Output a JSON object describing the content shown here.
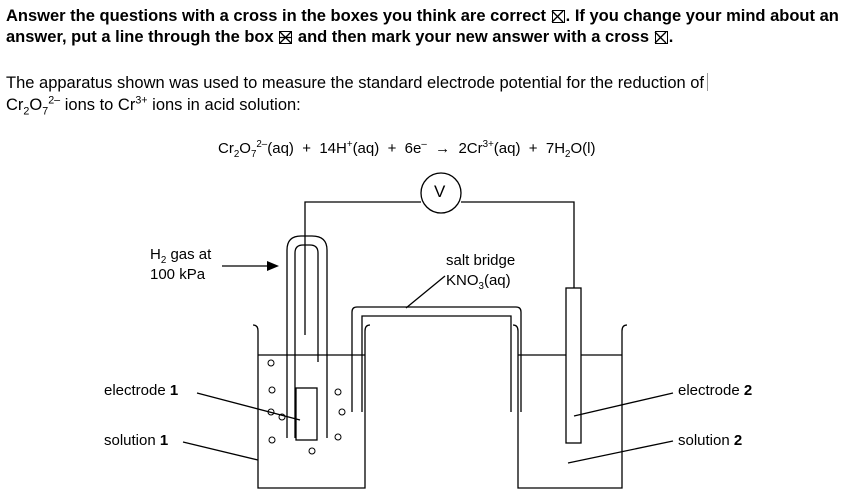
{
  "instructions": {
    "part1": "Answer the questions with a cross in the boxes you think are correct",
    "part2": ". If you change your mind about an answer, put a line through the box",
    "part3": "and then mark your new answer with a cross",
    "part4": "."
  },
  "intro": {
    "line1": "The apparatus shown was used to measure the standard electrode potential for the reduction of",
    "species1": "Cr",
    "species1_sub": "2",
    "species1_o": "O",
    "species1_sub2": "7",
    "species1_sup": "2–",
    "mid": " ions to Cr",
    "mid_sup": "3+",
    "end": " ions in acid solution:"
  },
  "equation": {
    "t1": "Cr",
    "s1": "2",
    "t2": "O",
    "s2": "7",
    "p2": "2–",
    "t3": "(aq)  +  14H",
    "p3": "+",
    "t4": "(aq)  +  6e",
    "p4": "–",
    "t5": "  →  2Cr",
    "p5": "3+",
    "t6": "(aq)  +  7H",
    "s6": "2",
    "t7": "O(l)"
  },
  "diagram": {
    "voltmeter": "V",
    "h2_line1": "H",
    "h2_sub": "2",
    "h2_rest": " gas at",
    "h2_line2": "100 kPa",
    "salt_bridge_1": "salt bridge",
    "salt_bridge_2a": "KNO",
    "salt_bridge_2sub": "3",
    "salt_bridge_2b": "(aq)",
    "electrode1_a": "electrode ",
    "electrode1_b": "1",
    "solution1_a": "solution ",
    "solution1_b": "1",
    "electrode2_a": "electrode ",
    "electrode2_b": "2",
    "solution2_a": "solution ",
    "solution2_b": "2"
  }
}
